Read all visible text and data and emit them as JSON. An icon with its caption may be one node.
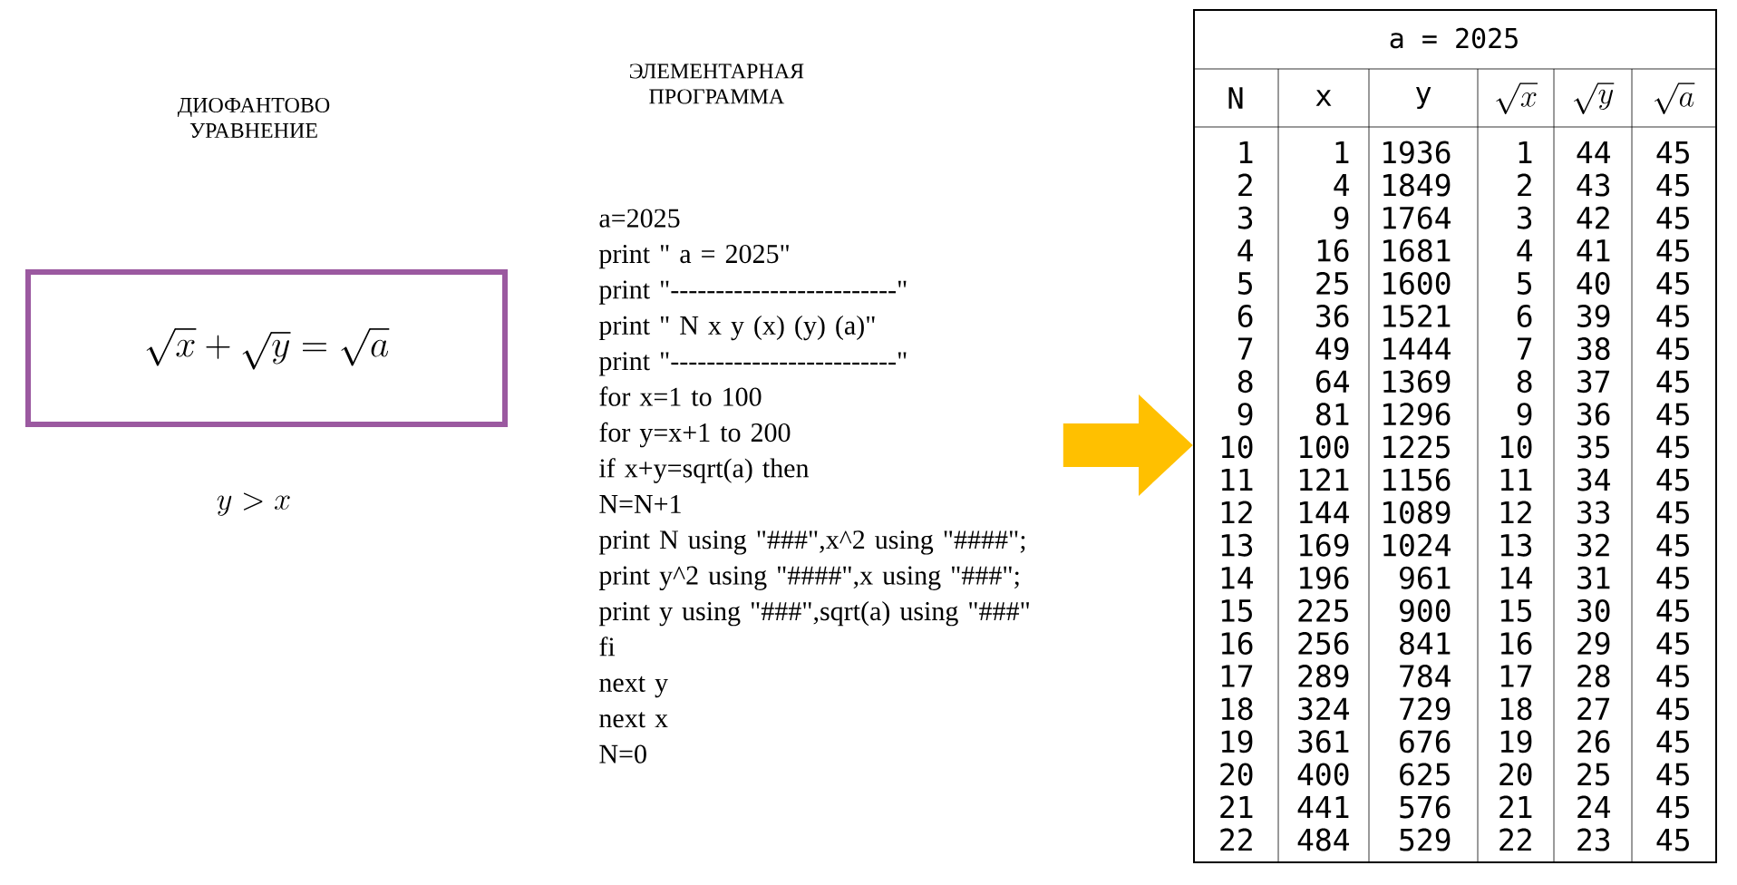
{
  "diagram": {
    "nodes": [
      {
        "text": [
          "\\sqrt{x} + \\sqrt{y} = \\sqrt{a}"
        ]
      },
      {
        "text": [
          "ЭЛЕМЕНТАРНАЯ ПРОГРАММА",
          "a=2025",
          "print \" a = 2025\"",
          "print \"-------------------------\"",
          "print \" N x y (x) (y) (a)\"",
          "print \"-------------------------\"",
          "for x=1 to 100",
          "for y=x+1 to 200",
          "if x+y=sqrt(a) then",
          "N=N+1",
          "print N using \"###\",x^2 using \"####\";",
          "print y^2 using \"####\",x using \"###\";",
          "print y using \"###\",sqrt(a) using \"###\"",
          "fi",
          "next y",
          "next x",
          "N=0"
        ]
      },
      {
        "text": [
          "a = 2025",
          "N",
          "x",
          "y",
          "\\sqrt{x}",
          "\\sqrt{y}",
          "\\sqrt{a}",
          "1",
          "1",
          "1936",
          "1",
          "44",
          "45",
          "2",
          "4",
          "1849",
          "2",
          "43",
          "45",
          "3",
          "9",
          "1764",
          "3",
          "42",
          "45",
          "4",
          "16",
          "1681",
          "4",
          "41",
          "45",
          "5",
          "25",
          "1600",
          "5",
          "40",
          "45",
          "6",
          "36",
          "1521",
          "6",
          "39",
          "45",
          "7",
          "49",
          "1444",
          "7",
          "38",
          "45",
          "8",
          "64",
          "1369",
          "8",
          "37",
          "45",
          "9",
          "81",
          "1296",
          "9",
          "36",
          "45",
          "10",
          "100",
          "1225",
          "10",
          "35",
          "45",
          "11",
          "121",
          "1156",
          "11",
          "34",
          "45",
          "12",
          "144",
          "1089",
          "12",
          "33",
          "45",
          "13",
          "169",
          "1024",
          "13",
          "32",
          "45",
          "14",
          "196",
          "961",
          "14",
          "31",
          "45",
          "15",
          "225",
          "900",
          "15",
          "30",
          "45",
          "16",
          "256",
          "841",
          "16",
          "29",
          "45",
          "17",
          "289",
          "784",
          "17",
          "28",
          "45",
          "18",
          "324",
          "729",
          "18",
          "27",
          "45",
          "19",
          "361",
          "676",
          "19",
          "26",
          "45",
          "20",
          "400",
          "625",
          "20",
          "25",
          "45",
          "21",
          "441",
          "576",
          "21",
          "24",
          "45",
          "22",
          "484",
          "529",
          "22",
          "23",
          "45"
        ]
      }
    ],
    "edges": [
      {
        "from": 1,
        "to": 2,
        "arrow": "to"
      }
    ],
    "labels": [
      "ДИОФАНТОВО УРАВНЕНИЕ",
      "y > x"
    ]
  }
}
